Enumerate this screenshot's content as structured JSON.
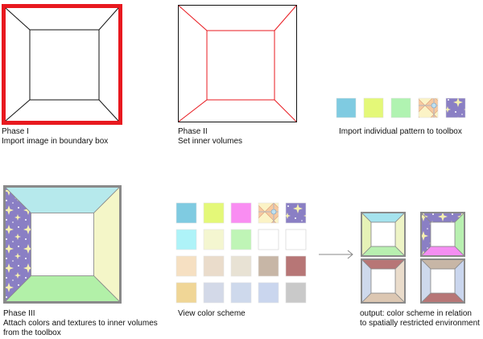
{
  "phase1": {
    "line1": "Phase I",
    "line2": "Import image in boundary box",
    "frame_color": "#e8191f"
  },
  "phase2": {
    "line1": "Phase II",
    "line2": "Set inner volumes",
    "line_color": "#e8191f"
  },
  "toolbox": {
    "caption": "Import individual pattern to toolbox",
    "swatches": [
      "#7fcbe1",
      "#e4f878",
      "#b0f3b1",
      "pattern-tiles",
      "pattern-stars"
    ]
  },
  "phase3": {
    "line1": "Phase III",
    "line2": "Attach colors and textures to inner volumes",
    "line3": "from the toolbox",
    "faces": {
      "top": "#b6e9ec",
      "right": "#f4f6c8",
      "bottom": "#b2f0a8",
      "left": "pattern-stars"
    }
  },
  "scheme": {
    "caption": "View color scheme",
    "rows": [
      [
        "#7fcbe1",
        "#e4f878",
        "#f98df2",
        "pattern-tiles",
        "pattern-stars"
      ],
      [
        "#aef3f8",
        "#f4f6d0",
        "#bff5b6",
        "#ffffff",
        "#ffffff"
      ],
      [
        "#f6e0c2",
        "#eadccb",
        "#e8e2d4",
        "#c7b6a6",
        "#b77676"
      ],
      [
        "#f0d696",
        "#d3d9e8",
        "#ced9ec",
        "#cad6ee",
        "#c9c9c9"
      ]
    ]
  },
  "output": {
    "line1": "output: color scheme in relation",
    "line2": "to spatially restricted environment",
    "boxes": [
      {
        "top": "#a5e3ee",
        "right": "#eef4c6",
        "bottom": "#b8efb0",
        "left": "#e6f2b6"
      },
      {
        "top": "pattern-stars",
        "right": "#b8f0b0",
        "bottom": "#f48ef2",
        "left": "pattern-stars"
      },
      {
        "top": "#b77676",
        "right": "#eadccb",
        "bottom": "#dcc7b2",
        "left": "#ced9ec"
      },
      {
        "top": "#c7b6a6",
        "right": "#cad6ee",
        "bottom": "#b77676",
        "left": "#ced9ec"
      }
    ]
  }
}
